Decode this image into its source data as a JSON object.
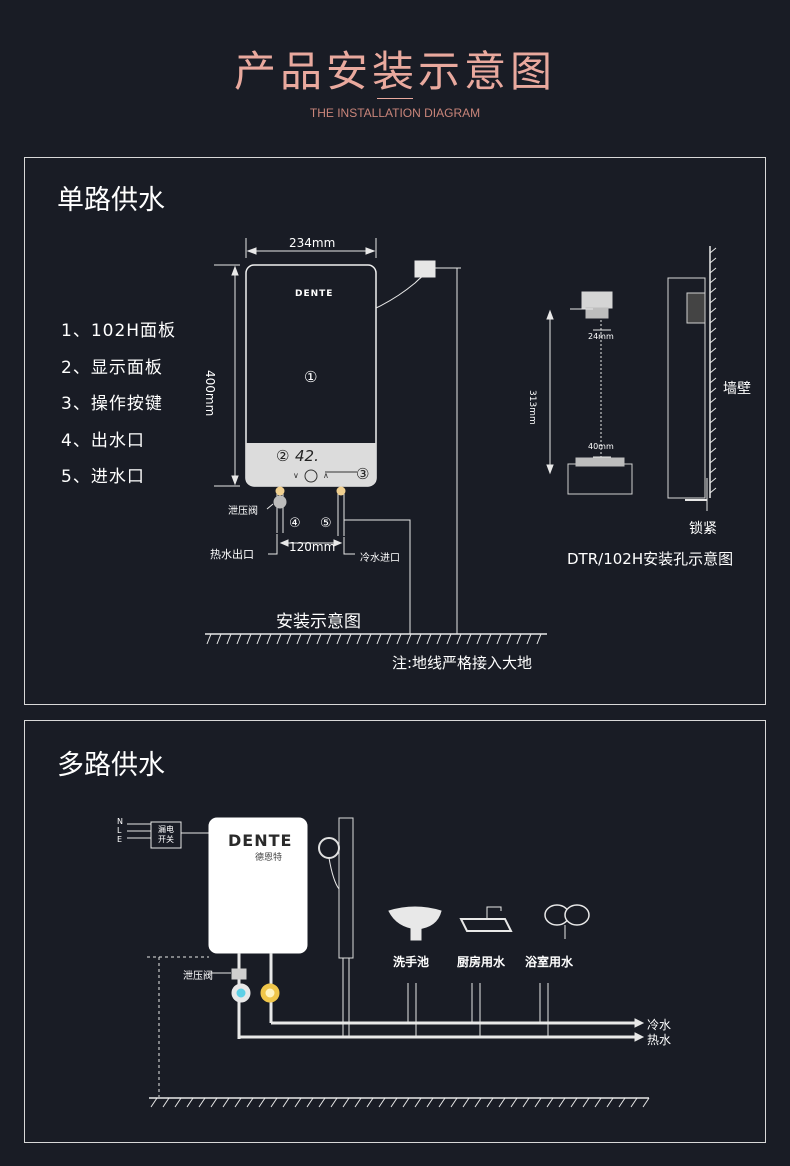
{
  "header": {
    "title": "产品安装示意图",
    "subtitle": "THE INSTALLATION DIAGRAM"
  },
  "single": {
    "title": "单路供水",
    "steps": [
      "1、102H面板",
      "2、显示面板",
      "3、操作按键",
      "4、出水口",
      "5、进水口"
    ],
    "brand": "DENTE",
    "display_value": "42.",
    "dim_width": "234mm",
    "dim_height": "400mm",
    "dim_pipe": "120mm",
    "marker_1": "①",
    "marker_2": "②",
    "marker_3": "③",
    "marker_4": "④",
    "marker_5": "⑤",
    "relief_valve": "泄压阀",
    "hot_out": "热水出口",
    "cold_in": "冷水进口",
    "install_label": "安装示意图",
    "ground_note": "注:地线严格接入大地",
    "side_dim_24": "24mm",
    "side_dim_313": "313mm",
    "side_dim_40": "40mm",
    "wall": "墙壁",
    "lock": "锁紧",
    "hole_caption": "DTR/102H安装孔示意图"
  },
  "multi": {
    "title": "多路供水",
    "nle": [
      "N",
      "L",
      "E"
    ],
    "switch_line1": "漏电",
    "switch_line2": "开关",
    "brand": "DENTE",
    "brand_cn": "德恩特",
    "relief_valve": "泄压阀",
    "basin": "洗手池",
    "kitchen": "厨房用水",
    "bath": "浴室用水",
    "cold": "冷水",
    "hot": "热水"
  },
  "colors": {
    "background": "#191c25",
    "title_accent": "#e9a99e",
    "cold_fitting": "#5fd0e6",
    "hot_fitting": "#f0c64a"
  }
}
